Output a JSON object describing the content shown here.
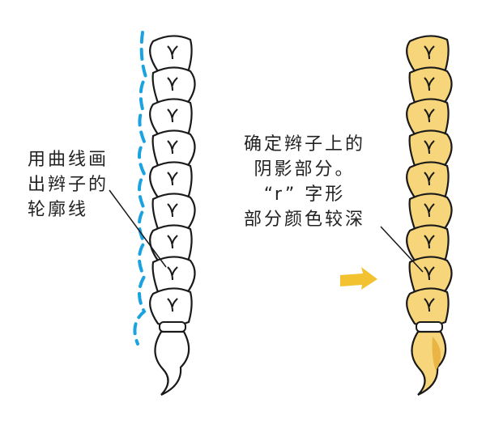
{
  "left_label": {
    "lines": [
      "用曲线画",
      "出辫子的",
      "轮廓线"
    ]
  },
  "right_label": {
    "lines": [
      "确定辫子上的",
      "阴影部分。",
      "“r” 字形",
      "部分颜色较深"
    ]
  },
  "colors": {
    "outline": "#1a1a1a",
    "dash": "#1aa3e0",
    "fill": "#f7d57a",
    "shadow": "#eab544",
    "arrow": "#f2c230"
  }
}
